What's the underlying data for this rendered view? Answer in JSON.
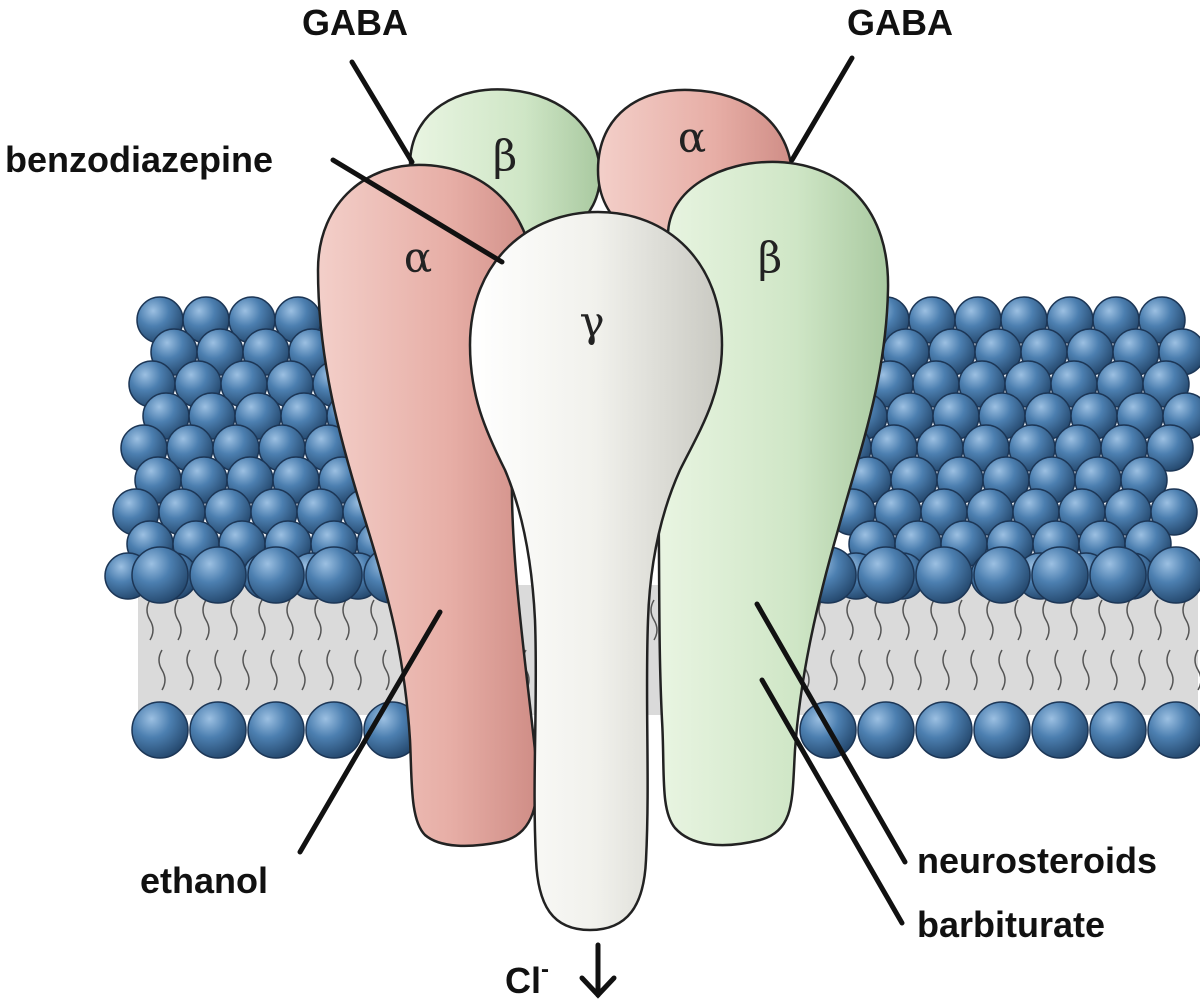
{
  "labels": {
    "gaba_left": "GABA",
    "gaba_right": "GABA",
    "benzodiazepine": "benzodiazepine",
    "ethanol": "ethanol",
    "neurosteroids": "neurosteroids",
    "barbiturate": "barbiturate",
    "chloride": "Cl",
    "chloride_charge": "-"
  },
  "subunits": {
    "alpha_front": "α",
    "beta_back": "β",
    "alpha_back": "α",
    "beta_front": "β",
    "gamma": "γ"
  },
  "colors": {
    "lipid_head": "#3d6e9e",
    "lipid_head_light": "#8fb4d8",
    "membrane_core": "#dcdcdc",
    "alpha": "#e8b4ae",
    "beta": "#cfe6c6",
    "gamma": "#f2f2ee"
  }
}
